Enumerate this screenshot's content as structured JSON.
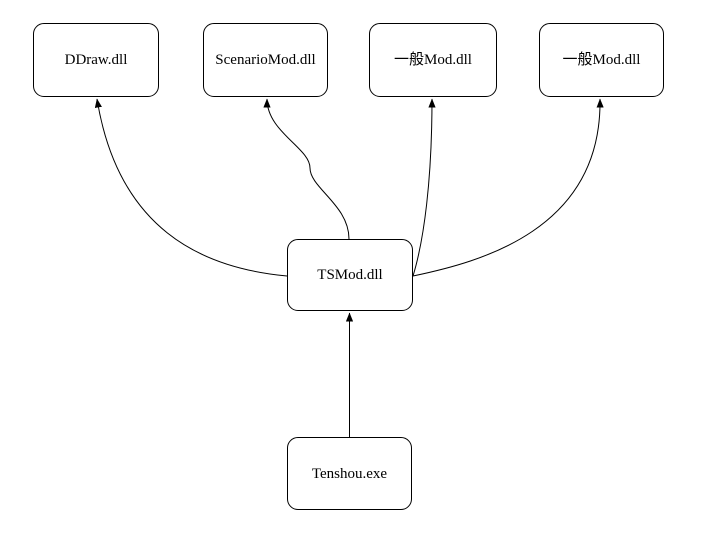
{
  "diagram": {
    "type": "dependency-graph",
    "background_color": "#ffffff",
    "node_fill": "#ffffff",
    "node_border_color": "#000000",
    "edge_color": "#000000",
    "text_color": "#000000",
    "nodes": [
      {
        "id": "ddraw",
        "label": "DDraw.dll"
      },
      {
        "id": "scenariomod",
        "label": "ScenarioMod.dll"
      },
      {
        "id": "generalmod1",
        "label": "一般Mod.dll"
      },
      {
        "id": "generalmod2",
        "label": "一般Mod.dll"
      },
      {
        "id": "tsmod",
        "label": "TSMod.dll"
      },
      {
        "id": "tenshou",
        "label": "Tenshou.exe"
      }
    ],
    "edges": [
      {
        "from": "tsmod",
        "to": "ddraw"
      },
      {
        "from": "tsmod",
        "to": "scenariomod"
      },
      {
        "from": "tsmod",
        "to": "generalmod1"
      },
      {
        "from": "tsmod",
        "to": "generalmod2"
      },
      {
        "from": "tenshou",
        "to": "tsmod"
      }
    ]
  }
}
